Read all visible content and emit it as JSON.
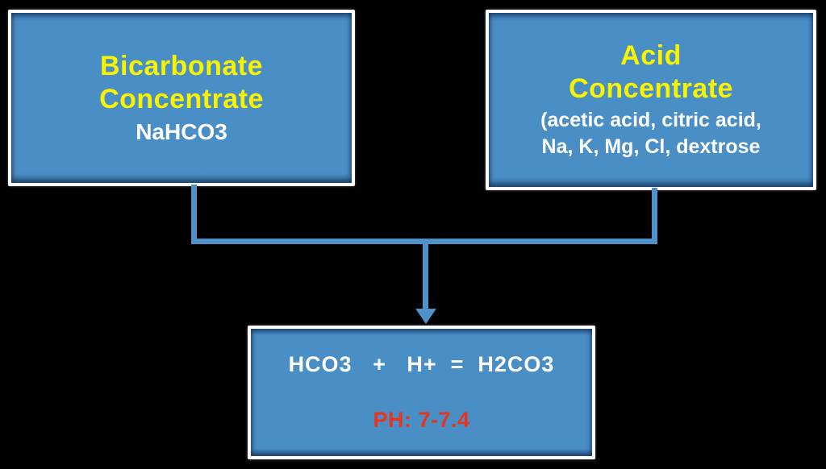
{
  "canvas": {
    "background": "#000000"
  },
  "colors": {
    "box_fill": "#4a8ec6",
    "box_border": "#ffffff",
    "connector": "#4e92c9",
    "title_yellow": "#f8f400",
    "body_white": "#ffffff",
    "ph_red": "#e8341c"
  },
  "boxes": {
    "bicarbonate": {
      "title_line1": "Bicarbonate",
      "title_line2": "Concentrate",
      "formula": "NaHCO3"
    },
    "acid": {
      "title_line1": "Acid",
      "title_line2": "Concentrate",
      "components_line1": "(acetic acid, citric acid,",
      "components_line2": "Na, K, Mg, Cl, dextrose"
    },
    "reaction": {
      "equation": "HCO3   +   H+  =  H2CO3",
      "ph": "PH: 7-7.4"
    }
  }
}
